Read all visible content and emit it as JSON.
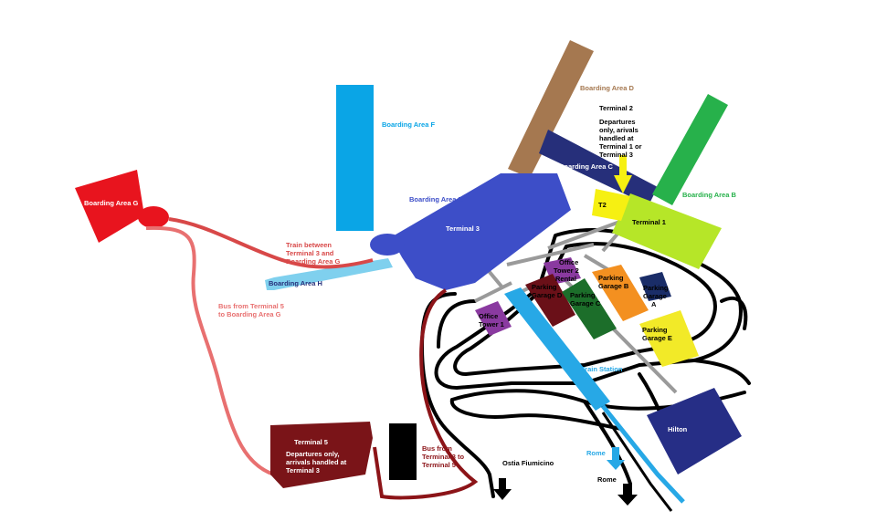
{
  "map": {
    "labels": {
      "boarding_area_d": "Boarding Area D",
      "terminal2_title": "Terminal 2",
      "terminal2_note": [
        "Departures",
        "only, arivals",
        "handled at",
        "Terminal 1 or",
        "Terminal 3"
      ],
      "boarding_area_f": "Boarding Area F",
      "boarding_area_c": "Boarding Area C",
      "boarding_area_b": "Boarding Area B",
      "boarding_area_g": "Boarding Area G",
      "boarding_area_e": "Boarding Area E",
      "t2": "T2",
      "terminal_1": "Terminal 1",
      "terminal_3": "Terminal 3",
      "train_label": [
        "Train between",
        "Terminal 3 and",
        "Boarding Area G"
      ],
      "boarding_area_h": "Boarding Area H",
      "bus_t5_label": [
        "Bus from Terminal  5",
        "to Boarding Area G"
      ],
      "office_tower_2": [
        "Office",
        "Tower 2"
      ],
      "rental": "Rental",
      "parking_b": [
        "Parking",
        "Garage B"
      ],
      "parking_a": [
        "Parking",
        "Garage",
        "A"
      ],
      "parking_d": [
        "Parking",
        "Garage D"
      ],
      "parking_c": [
        "Parking",
        "Garage C"
      ],
      "office_tower_1": [
        "Office",
        "Tower 1"
      ],
      "parking_e": [
        "Parking",
        "Garage E"
      ],
      "train_station": "Train Station",
      "hilton": "Hilton",
      "terminal_5": "Terminal 5",
      "terminal5_note": [
        "Departures only,",
        "arrivals handled at",
        "Terminal 3"
      ],
      "bus_t3_label": [
        "Bus from",
        "Terminal 3 to",
        "Terminal 5"
      ],
      "rome_blue": "Rome",
      "ostia": "Ostia Fiumicino",
      "rome_black": "Rome"
    },
    "colors": {
      "terminal_3": "#3d4ec8",
      "boarding_area_d": "#a57850",
      "boarding_area_c": "#262f7a",
      "boarding_area_b": "#27b14b",
      "boarding_area_f": "#0aa5e6",
      "boarding_area_g": "#e8141e",
      "terminal_1": "#b6e628",
      "t2": "#f6f012",
      "train_line": "#d84848",
      "bus_line": "#e87070",
      "boarding_area_h": "#7fd0ee",
      "terminal_5": "#7a1418",
      "bus_t3": "#8c1418",
      "road": "#000000",
      "rail": "#27a8e6",
      "hilton": "#262e86",
      "parking_a": "#1a2d68",
      "parking_b": "#f39020",
      "parking_c": "#1c6e2a",
      "parking_d": "#6a1018",
      "parking_e": "#f2ea28",
      "office": "#8a3aa0",
      "connector": "#9a9a9a"
    }
  }
}
